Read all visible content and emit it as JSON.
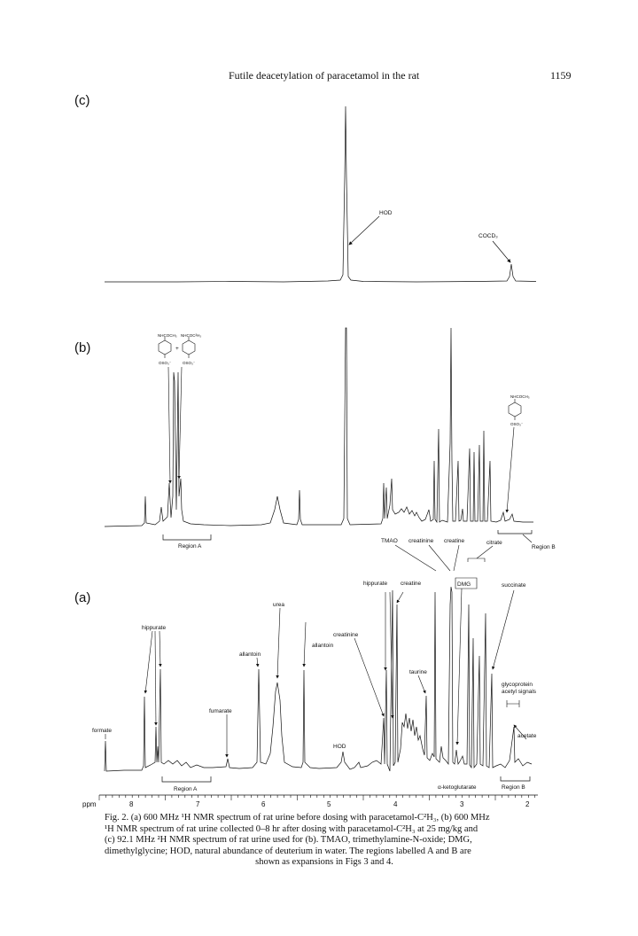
{
  "header": {
    "title": "Futile deacetylation of paracetamol in the rat",
    "page_number": "1159"
  },
  "panels": {
    "c": {
      "label": "(c)",
      "annotations": {
        "hod": "HOD",
        "cocd3": "COCD₃"
      }
    },
    "b": {
      "label": "(b)",
      "structures": {
        "left1_top": "NHCOCH₃",
        "left1_bottom": "OSO₃⁻",
        "plus": "+",
        "left2_top": "NHCOC²H₃",
        "left2_bottom": "OSO₃⁻",
        "right_top": "NHCOCH₃",
        "right_bottom": "OSO₃⁻"
      },
      "annotations": {
        "region_a": "Region A",
        "tmao": "TMAO",
        "creatinine": "creatinine",
        "creatine": "creatine",
        "citrate": "citrate",
        "region_b": "Region B"
      }
    },
    "a": {
      "label": "(a)",
      "annotations": {
        "hippurate_top": "hippurate",
        "creatine": "creatine",
        "dmg": "DMG",
        "succinate": "succinate",
        "urea": "urea",
        "hippurate_left": "hippurate",
        "creatinine": "creatinine",
        "allantoin_left": "allantoin",
        "allantoin_right": "allantoin",
        "taurine": "taurine",
        "glycoprotein": "glycoprotein",
        "acetyl_signals": "acetyl signals",
        "fumarate": "fumarate",
        "formate": "formate",
        "acetate": "acetate",
        "hod": "HOD",
        "region_a": "Region A",
        "alpha_ketoglutarate": "α-ketoglutarate",
        "region_b": "Region B"
      }
    }
  },
  "axis": {
    "unit": "ppm",
    "ticks": [
      "8",
      "7",
      "6",
      "5",
      "4",
      "3",
      "2"
    ]
  },
  "caption": {
    "line1": "Fig. 2. (a) 600 MHz ¹H NMR spectrum of rat urine before dosing with paracetamol-C²H₃, (b) 600 MHz",
    "line2": "¹H NMR spectrum of rat urine collected 0–8 hr after dosing with paracetamol-C²H₃ at 25 mg/kg and",
    "line3": "(c) 92.1 MHz ²H NMR spectrum of rat urine used for (b). TMAO, trimethylamine-N-oxide; DMG,",
    "line4": "dimethylglycine; HOD, natural abundance of deuterium in water. The regions labelled A and B are",
    "line5": "shown as expansions in Figs 3 and 4."
  }
}
